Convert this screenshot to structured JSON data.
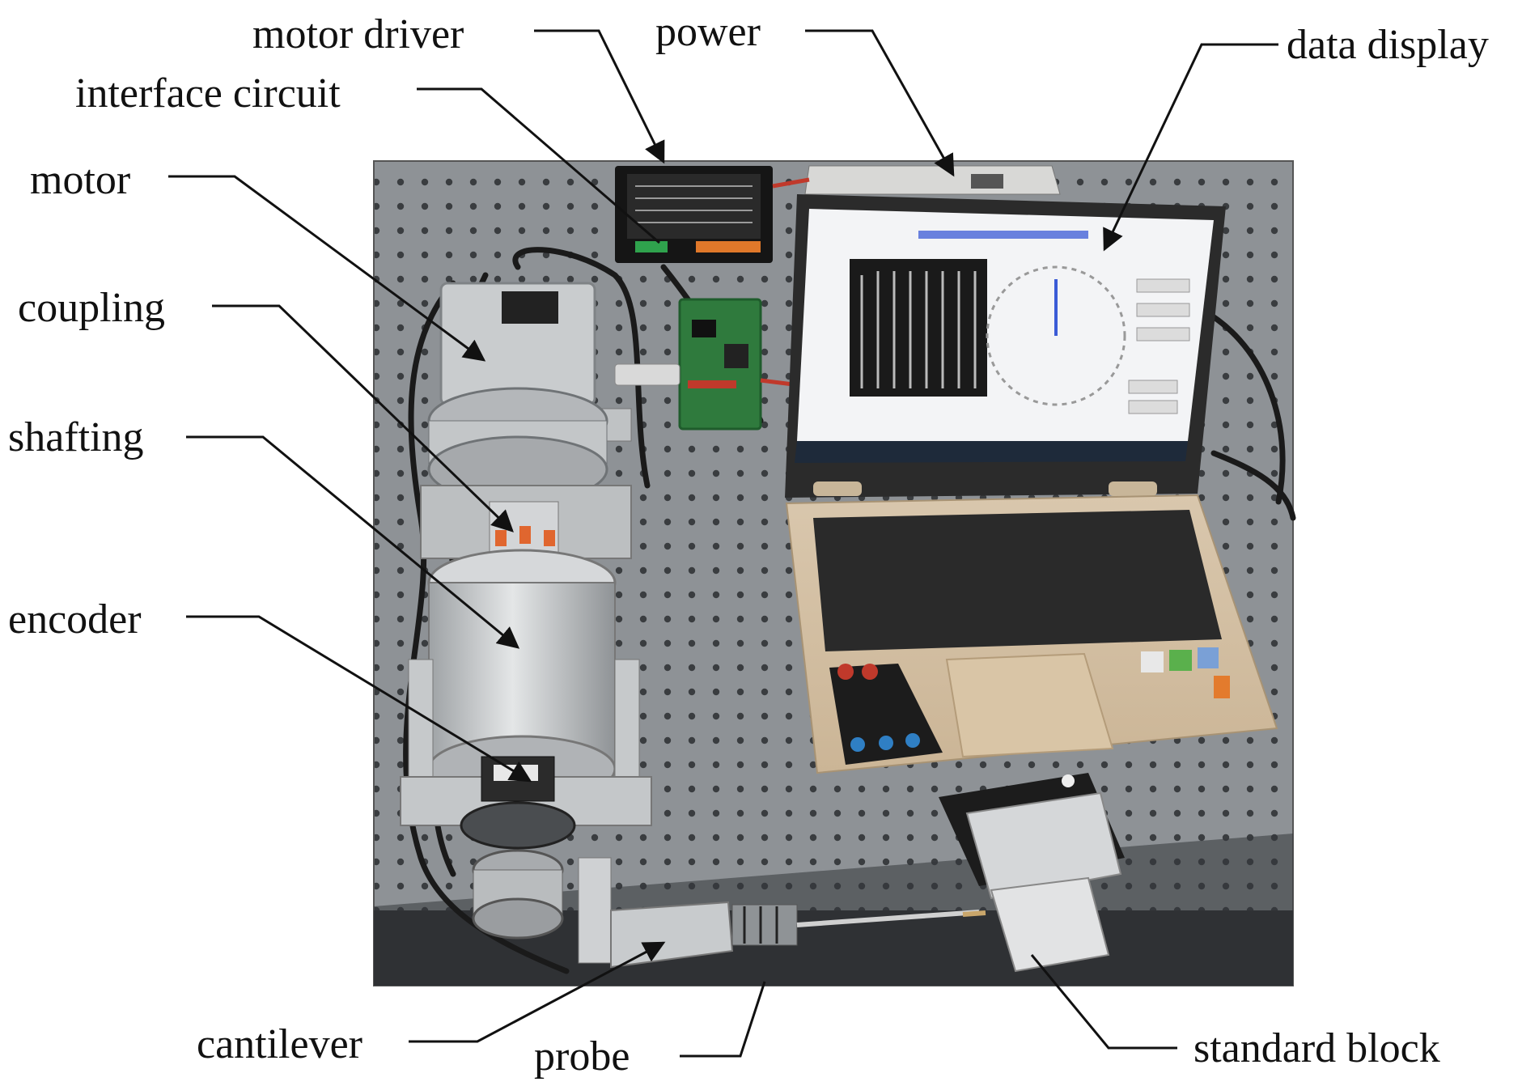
{
  "labels": {
    "motor_driver": "motor driver",
    "power": "power",
    "data_display": "data display",
    "interface_circuit": "interface circuit",
    "motor": "motor",
    "coupling": "coupling",
    "shafting": "shafting",
    "encoder": "encoder",
    "cantilever": "cantilever",
    "probe": "probe",
    "standard_block": "standard block"
  },
  "colors": {
    "table": "#8e9296",
    "hole": "#3a3d40",
    "aluminum": "#c9ccce",
    "screen_bg": "#f3f4f6",
    "screen_title": "#3b5bd6",
    "laptop_body": "#d9c7ad",
    "board_green": "#2f7a3d",
    "cable": "#1a1a1a",
    "wire_red": "#c0392b",
    "callout_line": "#111111"
  }
}
